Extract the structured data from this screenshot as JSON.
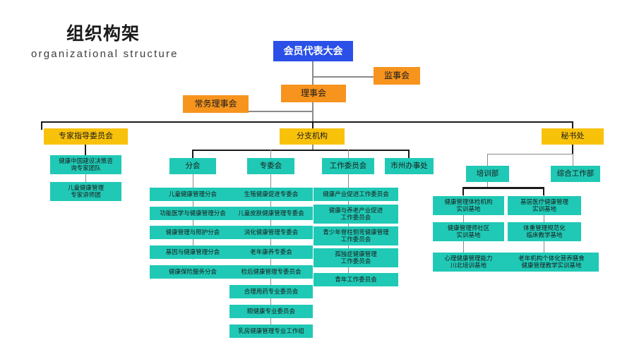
{
  "heading": {
    "title_cn": "组织构架",
    "title_en": "organizational structure"
  },
  "colors": {
    "assembly": "#2a50e8",
    "orange": "#f7941e",
    "yellow": "#f9c20a",
    "teal": "#20c9b5",
    "line": "#8a8a8a",
    "line_dark": "#1a1a1a",
    "background": "#ffffff"
  },
  "chart_data": {
    "type": "diagram",
    "title": "组织构架 / organizational structure",
    "nodes": {
      "assembly": "会员代表大会",
      "supervisory": "监事会",
      "council": "理事会",
      "standing_council": "常务理事会",
      "expert_committee": "专家指导委员会",
      "branches": "分支机构",
      "secretariat": "秘书处",
      "fenhui": "分会",
      "zhuanweihui": "专委会",
      "work_committee": "工作委员会",
      "city_office": "市州办事处",
      "training_dept": "培训部",
      "general_dept": "综合工作部"
    },
    "expert_committee_items": [
      "健康中国建设决策咨\n询专家团队",
      "儿童健康管理\n专家讲师团"
    ],
    "fenhui_items": [
      "儿童健康管理分会",
      "功能医学与健康管理分会",
      "健康管理与照护分会",
      "基因与健康管理分会",
      "健康保险服务分会"
    ],
    "zhuanweihui_items": [
      "生殖健康促进专委会",
      "儿童皮肤健康管理专委会",
      "消化健康管理专委会",
      "老年康养专委会",
      "检后健康管理专委员会",
      "合理用药专业委员会",
      "眼健康专业委员会",
      "乳房健康管理专业工作组"
    ],
    "work_committee_items": [
      "健康产业促进工作委员会",
      "健康与养老产业促进\n工作委员会",
      "青少年脊柱侧弯健康管理\n工作委员会",
      "孤独症健康管理\n工作委员会",
      "青年工作委员会"
    ],
    "training_left_items": [
      "健康管理体检机构\n实训基地",
      "健康管理师社区\n实训基地",
      "心理健康管理能力\n川北培训基地"
    ],
    "training_right_items": [
      "基层医疗健康管理\n实训基地",
      "体重管理规范化\n临床教学基地",
      "老年机构个体化营养膳食\n健康管理教学实训基地"
    ]
  }
}
